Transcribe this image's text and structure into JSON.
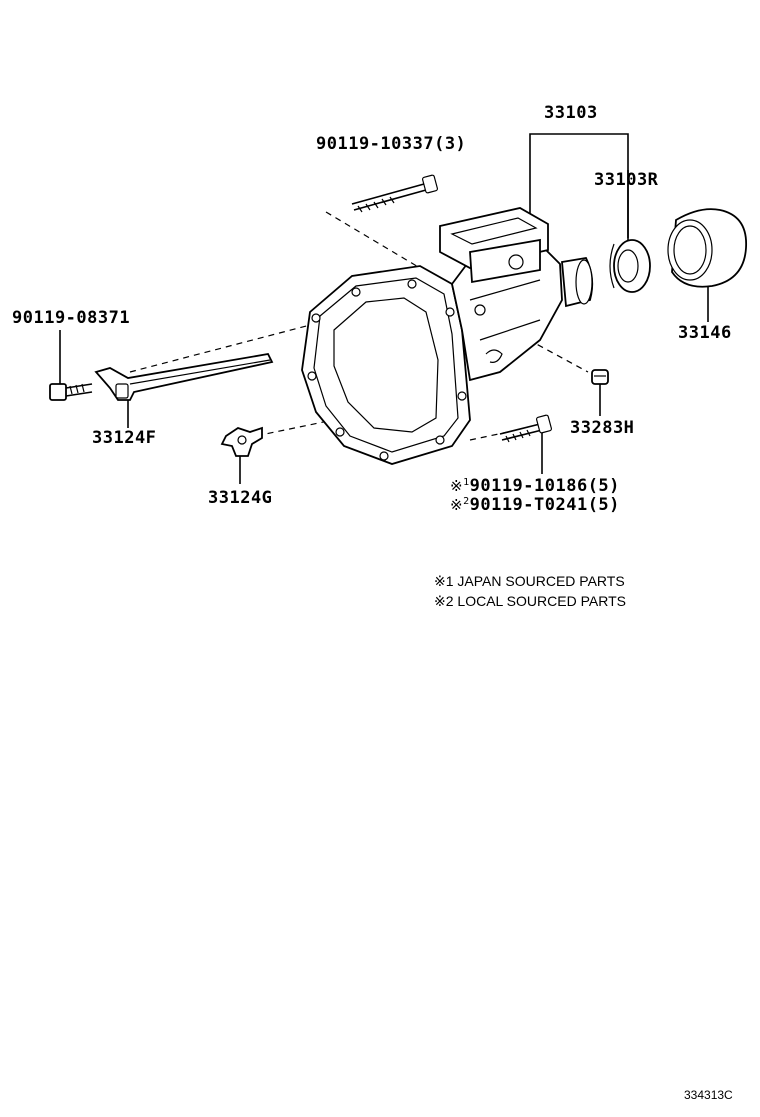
{
  "callouts": {
    "p33103": "33103",
    "p90119_10337": "90119-10337(3)",
    "p33103R": "33103R",
    "p33146": "33146",
    "p90119_08371": "90119-08371",
    "p33124F": "33124F",
    "p33283H": "33283H",
    "p33124G": "33124G",
    "p1_90119_10186": "90119-10186(5)",
    "p2_90119_T0241": "90119-T0241(5)"
  },
  "marks": {
    "m1_symbol": "※",
    "m1_index": "1",
    "m2_symbol": "※",
    "m2_index": "2"
  },
  "notes": {
    "note1": "※1 JAPAN SOURCED PARTS",
    "note2": "※2 LOCAL SOURCED PARTS"
  },
  "illustration_id": "334313C"
}
